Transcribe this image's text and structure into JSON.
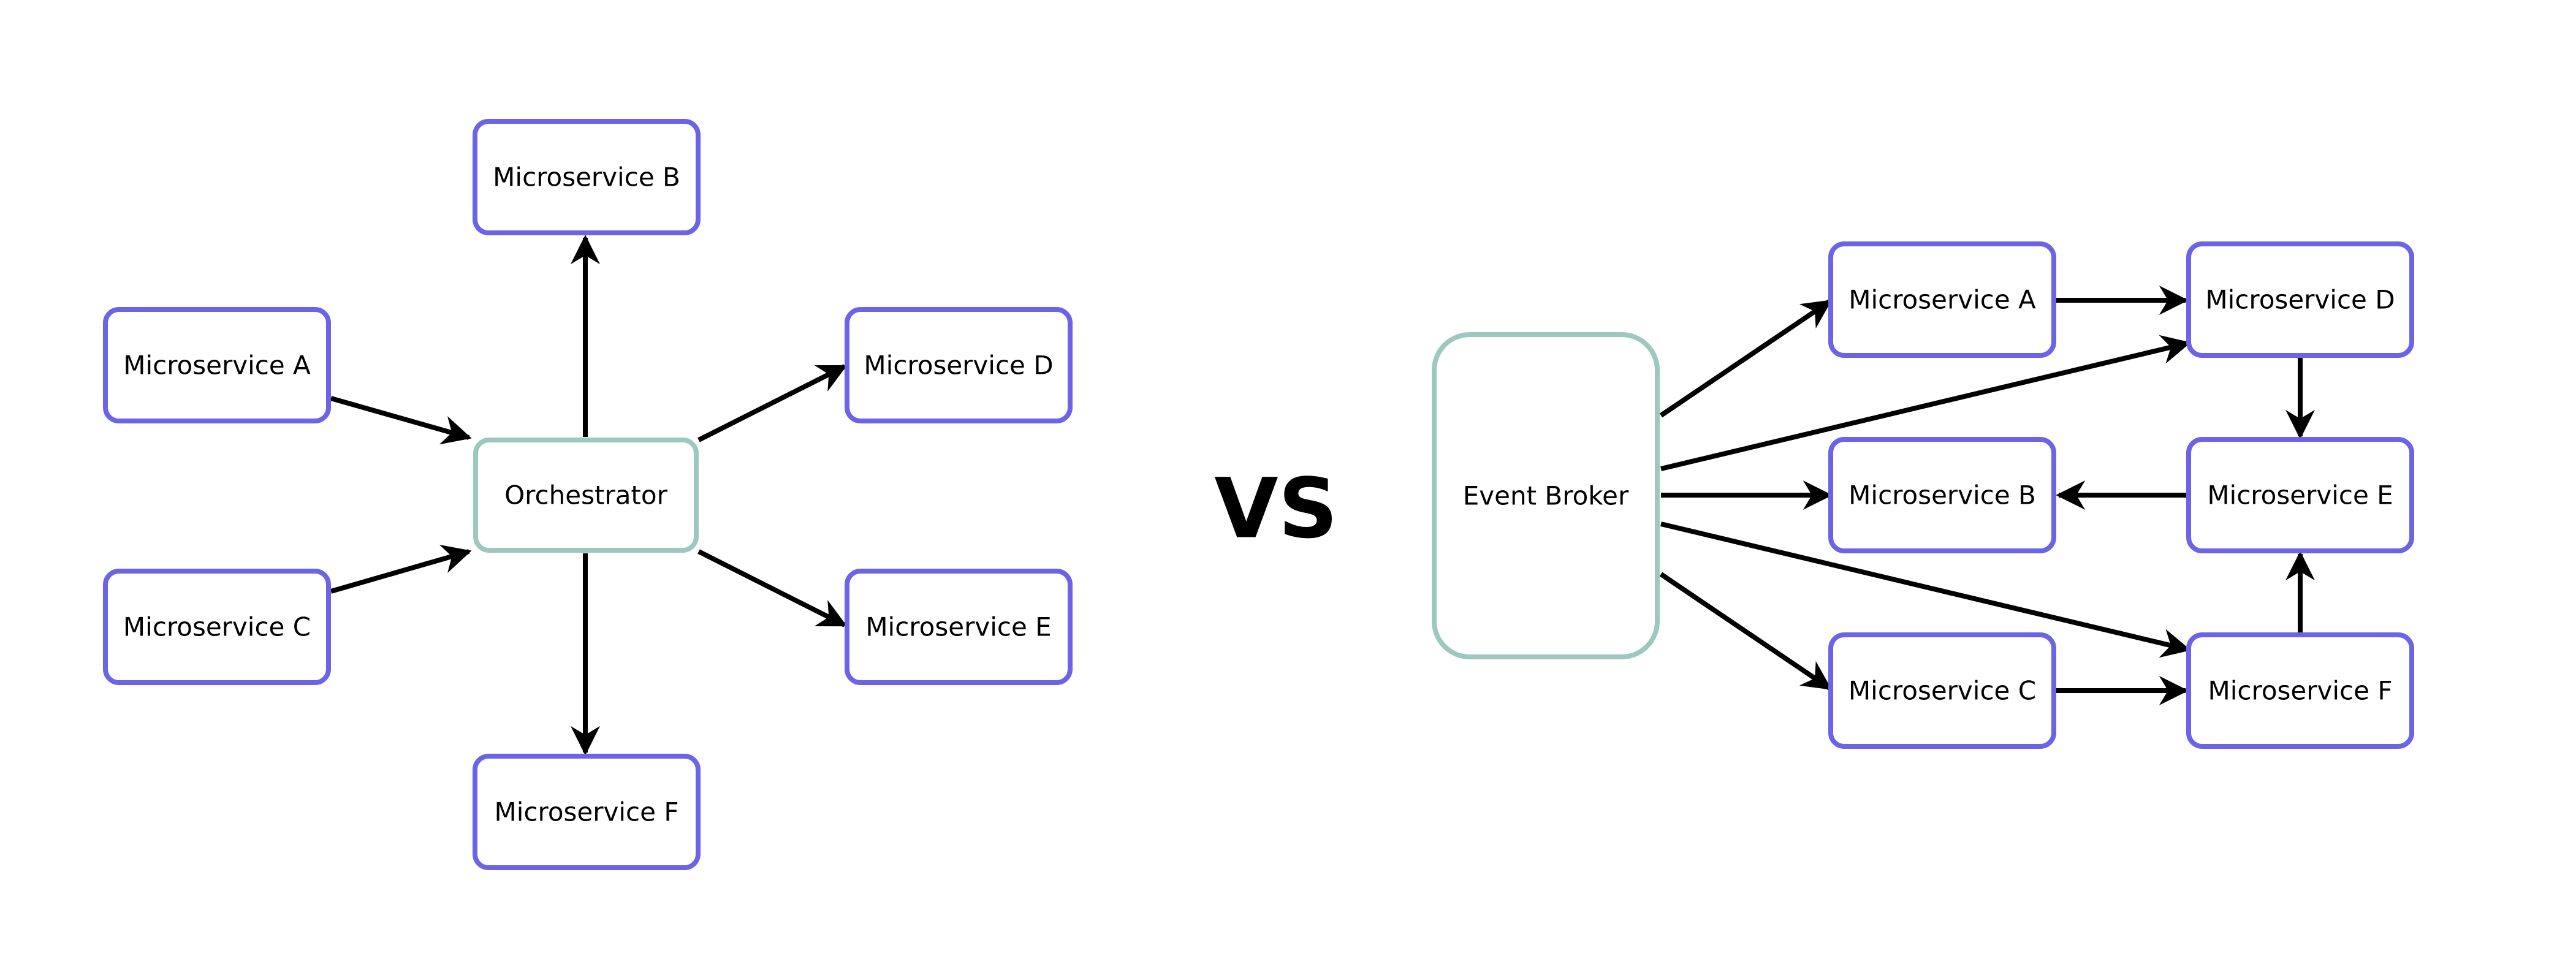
{
  "colors": {
    "service_stroke": "#6c63e6",
    "hub_stroke": "#9cc8bf",
    "arrow": "#000000",
    "background": "#ffffff"
  },
  "separator": "VS",
  "orchestration": {
    "hub": "Orchestrator",
    "services": {
      "a": "Microservice A",
      "b": "Microservice B",
      "c": "Microservice C",
      "d": "Microservice D",
      "e": "Microservice E",
      "f": "Microservice F"
    }
  },
  "choreography": {
    "hub": "Event Broker",
    "services": {
      "a": "Microservice A",
      "b": "Microservice B",
      "c": "Microservice C",
      "d": "Microservice D",
      "e": "Microservice E",
      "f": "Microservice F"
    }
  }
}
